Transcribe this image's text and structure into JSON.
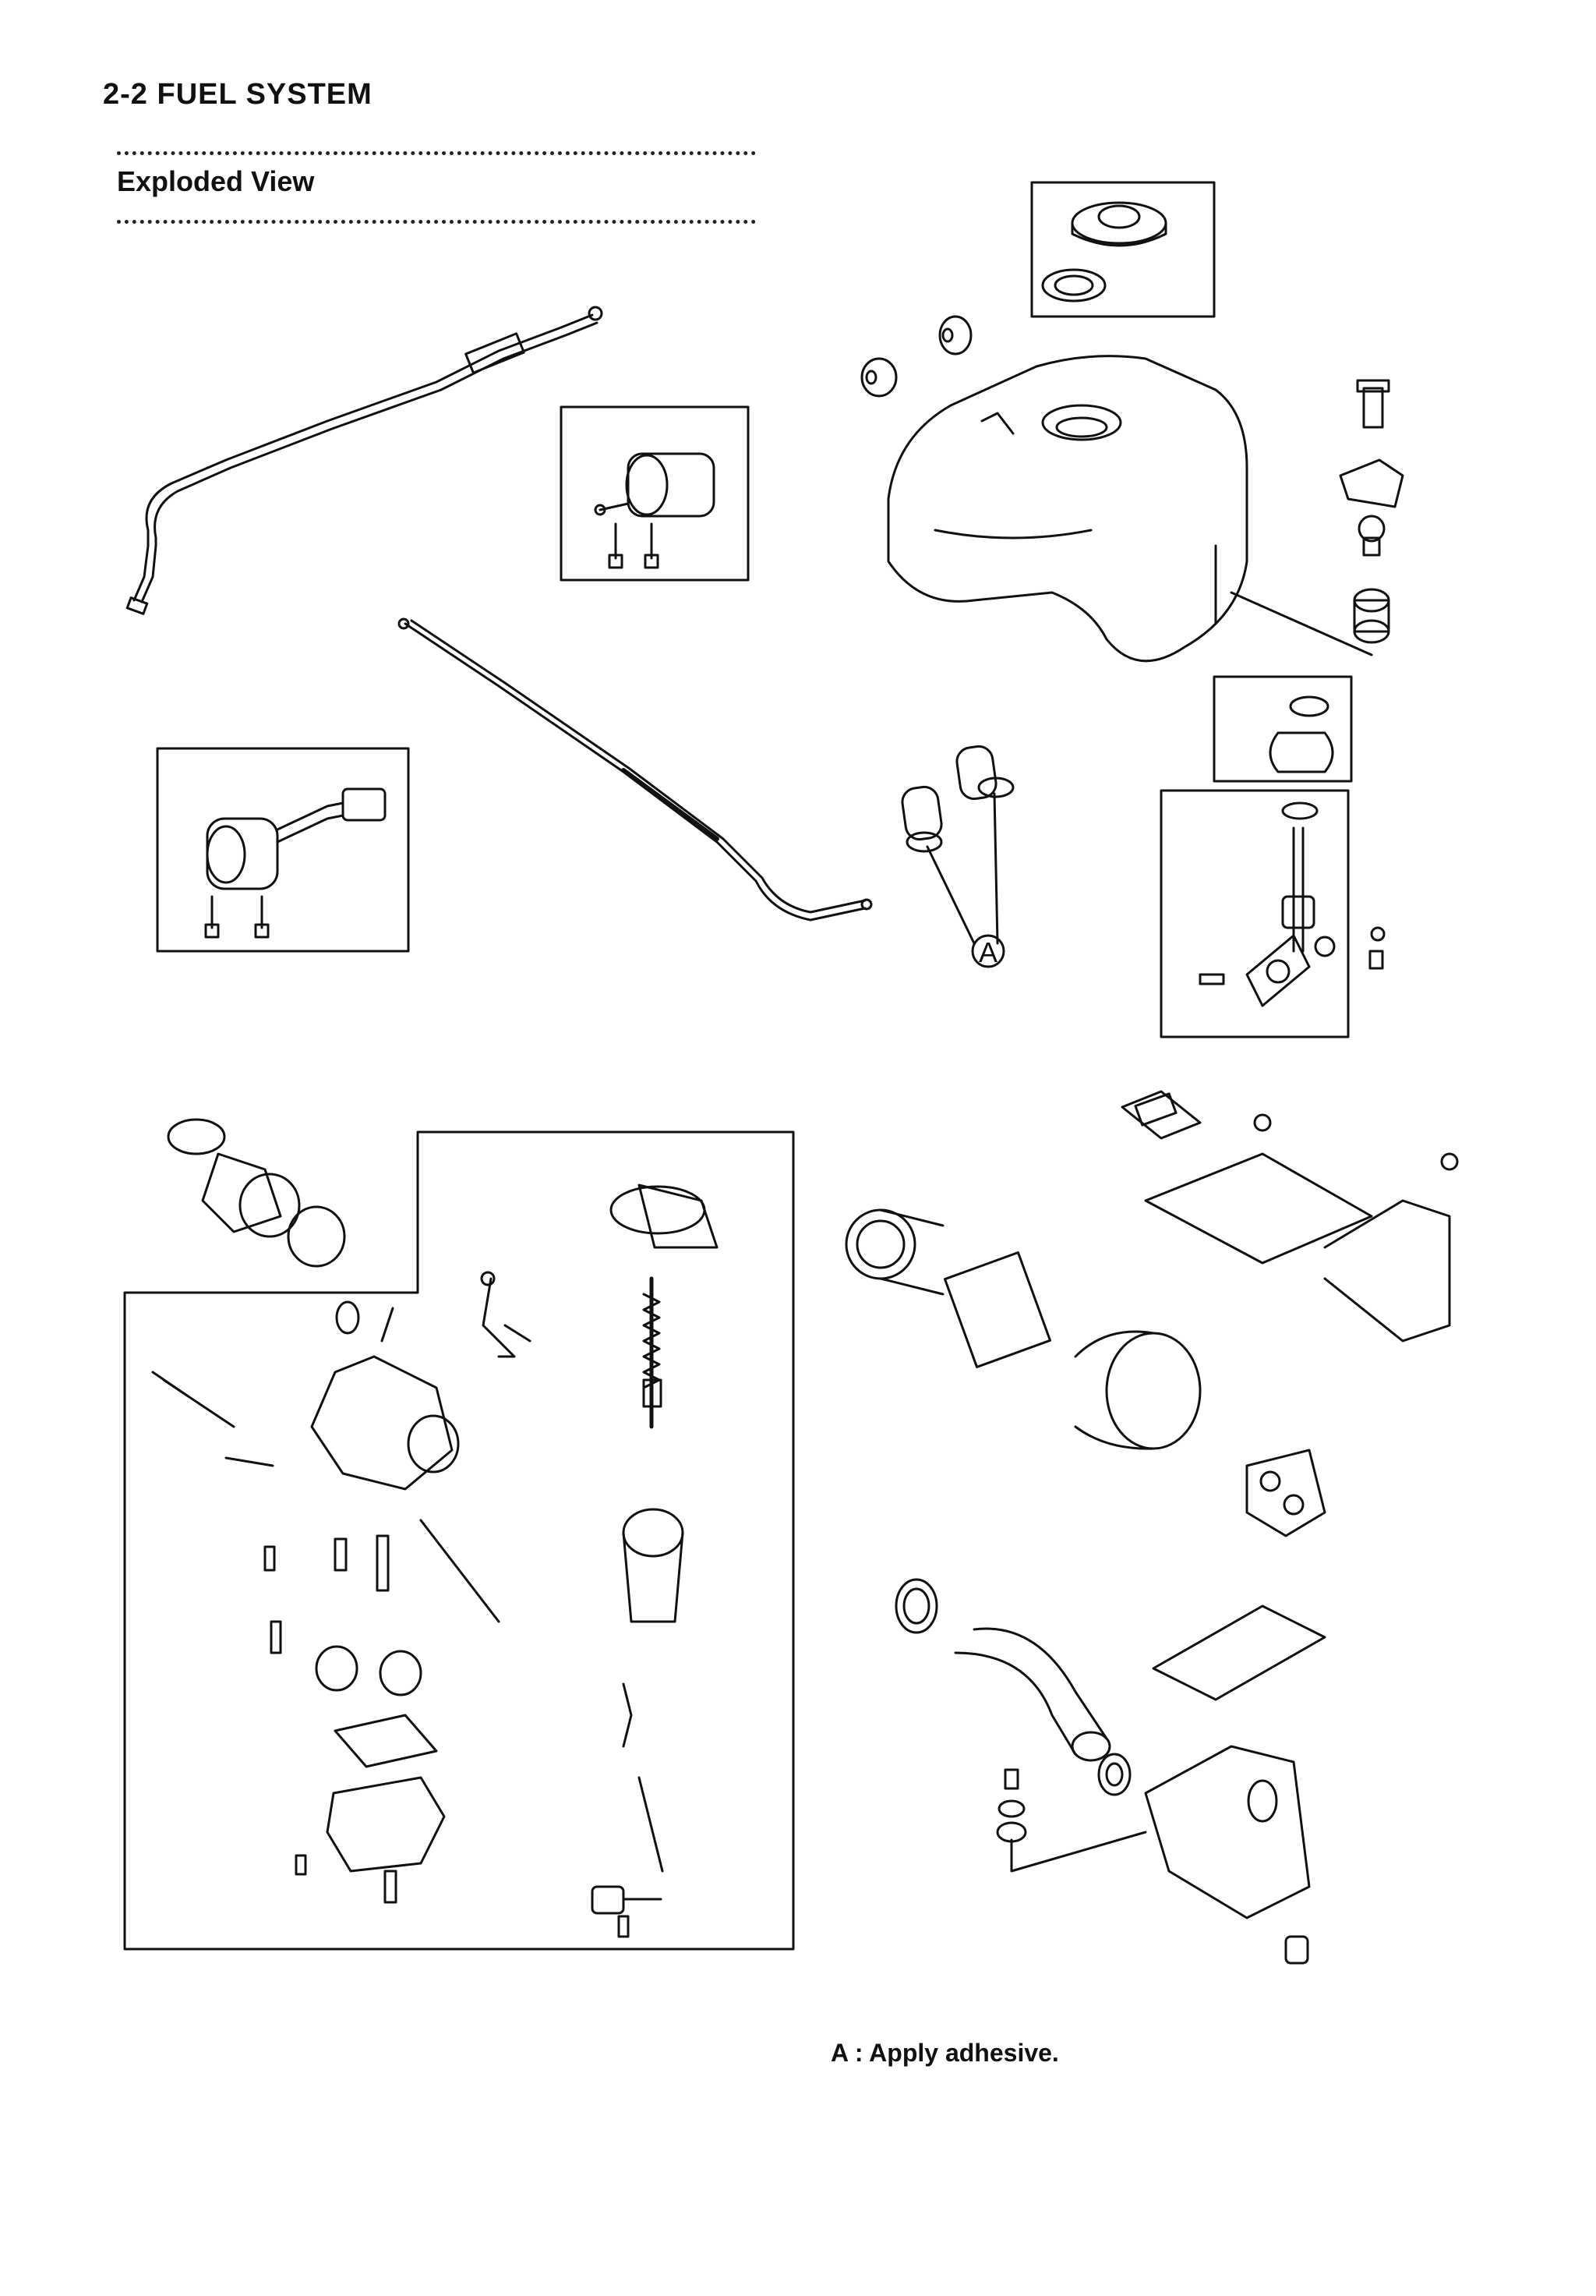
{
  "header": {
    "page_title": "2-2  FUEL  SYSTEM"
  },
  "section": {
    "title": "Exploded View"
  },
  "callouts": {
    "a_label": "A"
  },
  "legend": {
    "a_note": "A  :  Apply adhesive."
  }
}
